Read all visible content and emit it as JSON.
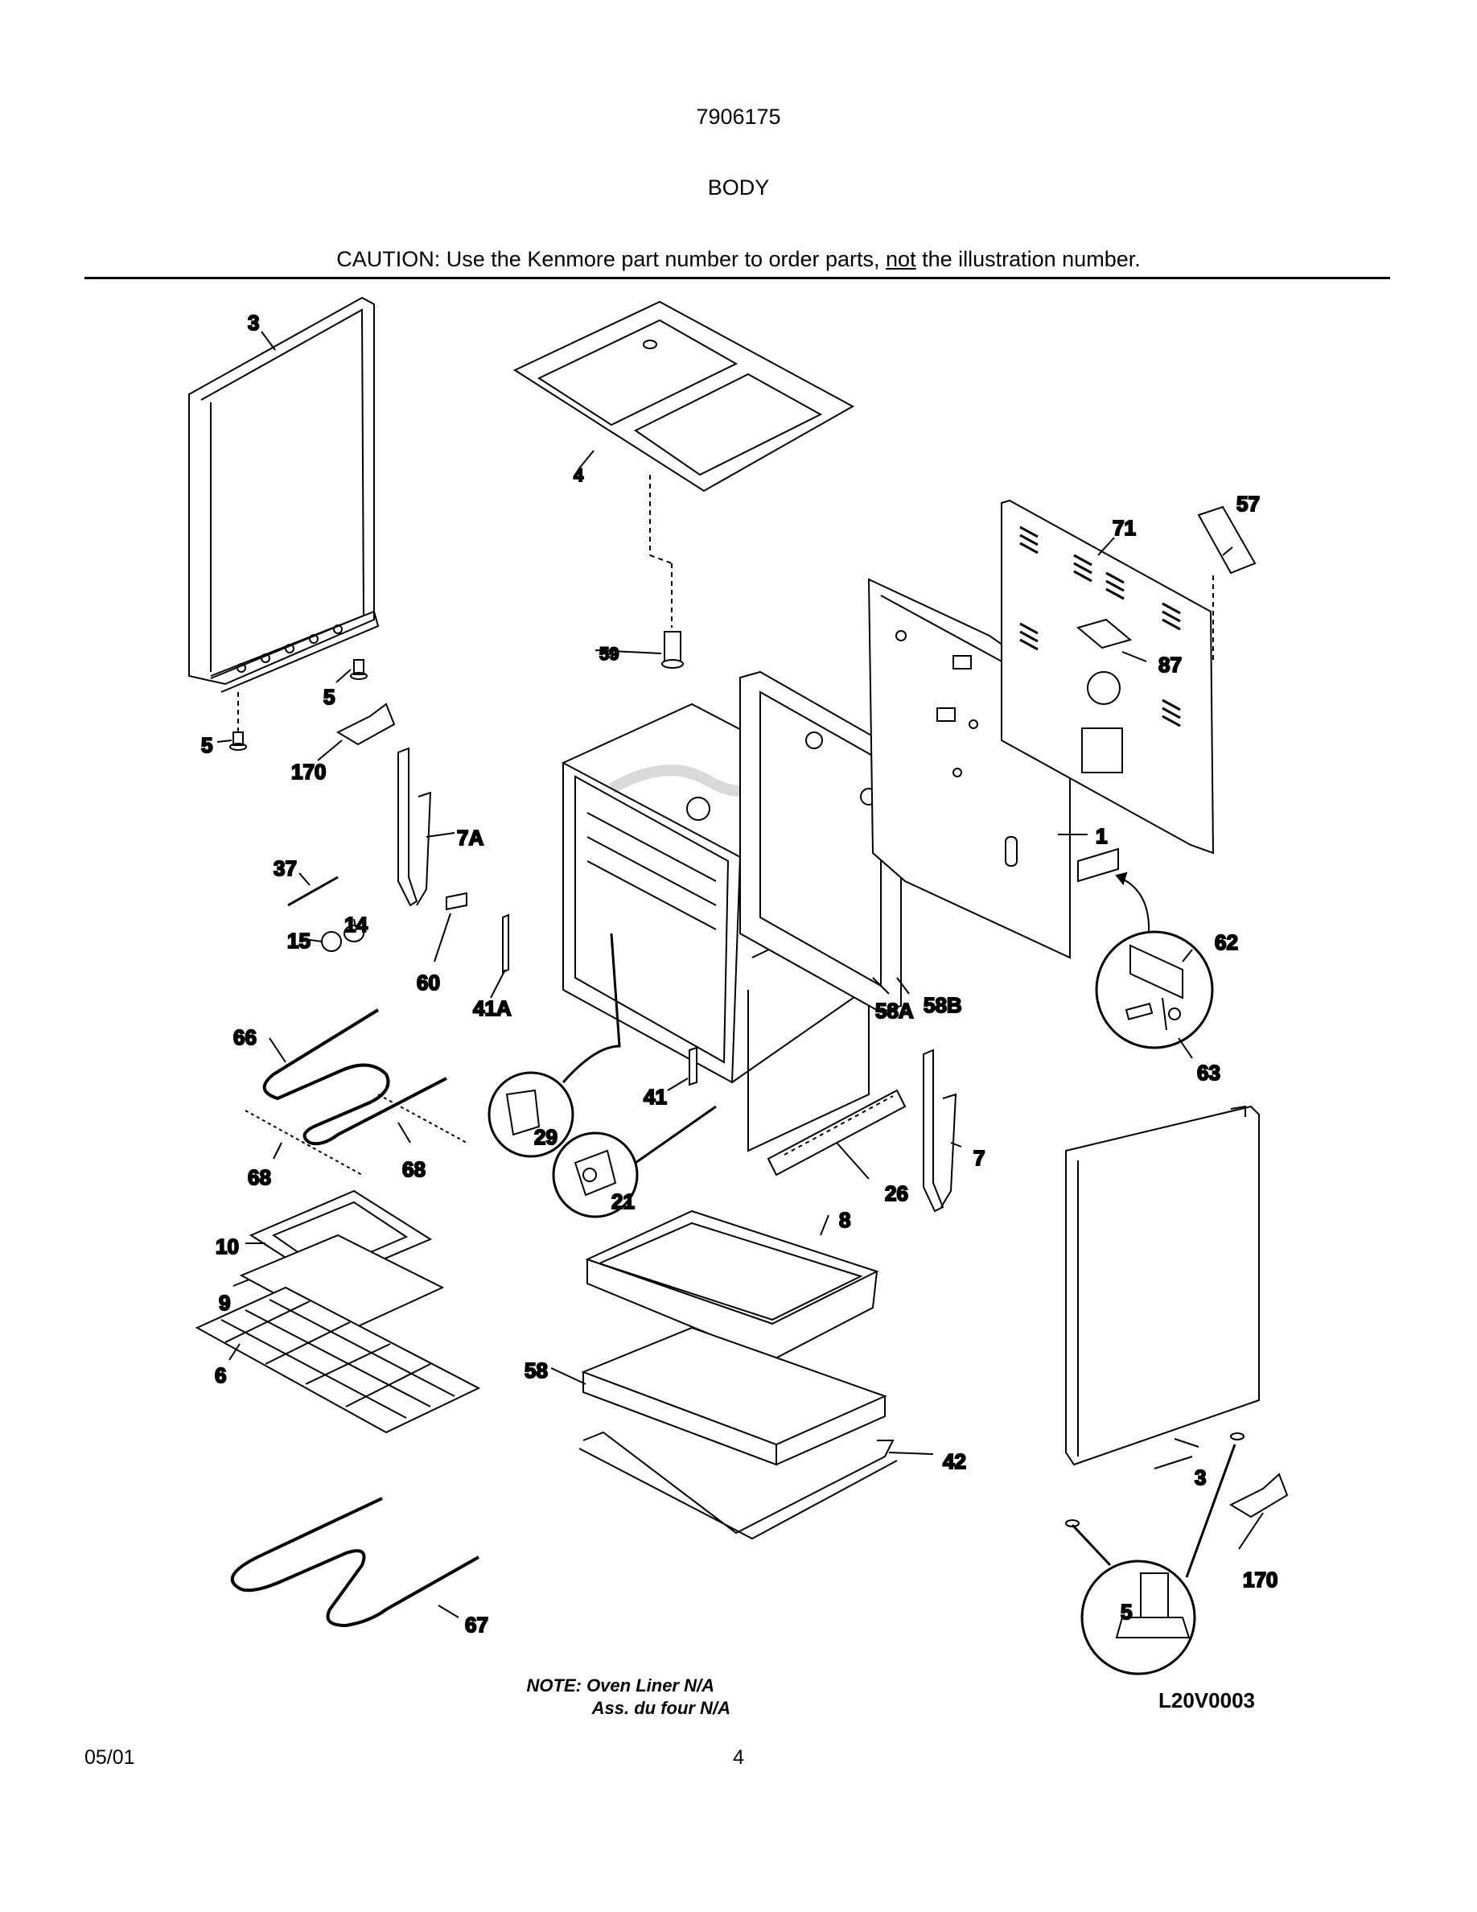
{
  "header": {
    "model_number": "7906175",
    "section_title": "BODY",
    "caution_before": "CAUTION: Use the Kenmore part number to order parts, ",
    "caution_underlined": "not",
    "caution_after": " the illustration number."
  },
  "callouts": {
    "c3_top": "3",
    "c4": "4",
    "c5_a": "5",
    "c5_b": "5",
    "c170_a": "170",
    "c7a": "7A",
    "c37": "37",
    "c15": "15",
    "c14": "14",
    "c60": "60",
    "c41a": "41A",
    "c66": "66",
    "c68_a": "68",
    "c68_b": "68",
    "c29": "29",
    "c21": "21",
    "c41": "41",
    "c26": "26",
    "c7": "7",
    "c8": "8",
    "c10": "10",
    "c9": "9",
    "c6": "6",
    "c58": "58",
    "c42": "42",
    "c67": "67",
    "c59": "59",
    "c57": "57",
    "c71": "71",
    "c87": "87",
    "c1": "1",
    "c62": "62",
    "c63": "63",
    "c58a": "58A",
    "c58b": "58B",
    "c3_bottom": "3",
    "c5_c": "5",
    "c170_b": "170"
  },
  "footer": {
    "note_line1": "NOTE: Oven Liner N/A",
    "note_line2": "Ass. du four N/A",
    "drawing_code": "L20V0003",
    "date": "05/01",
    "page_number": "4"
  }
}
